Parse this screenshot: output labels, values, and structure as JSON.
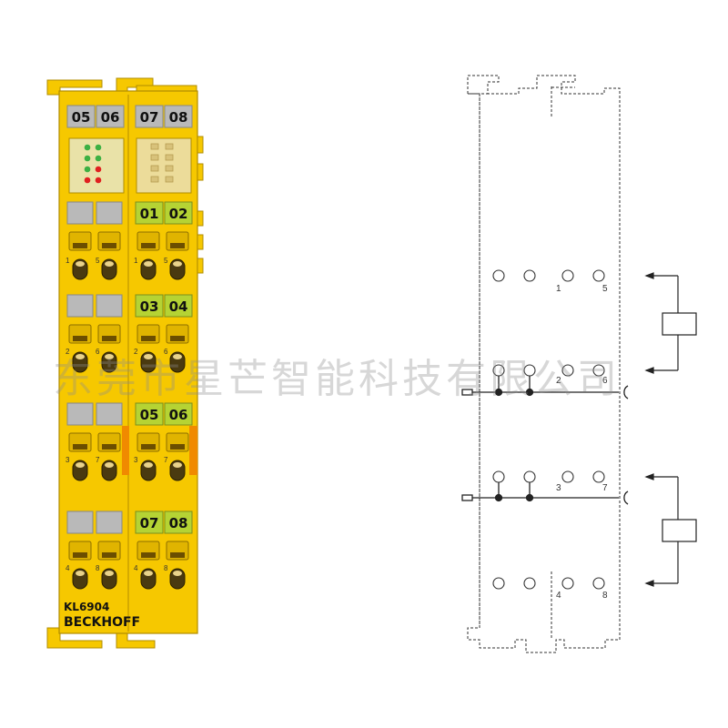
{
  "terminal": {
    "model": "KL6904",
    "brand": "BECKHOFF",
    "top_labels": [
      "05",
      "06",
      "07",
      "08"
    ],
    "row_labels": [
      [
        "01",
        "02"
      ],
      [
        "03",
        "04"
      ],
      [
        "05",
        "06"
      ],
      [
        "07",
        "08"
      ]
    ],
    "wire_numbers": [
      [
        "1",
        "5",
        "1",
        "5"
      ],
      [
        "2",
        "6",
        "2",
        "6"
      ],
      [
        "3",
        "7",
        "3",
        "7"
      ],
      [
        "4",
        "8",
        "4",
        "8"
      ]
    ],
    "colors": {
      "body": "#f6c800",
      "body_dark": "#d6a900",
      "label_green": "#b5d334",
      "label_grey": "#b9b9b9",
      "led_green": "#3cb043",
      "led_red": "#e02020",
      "accent_orange": "#f08a00"
    }
  },
  "schematic": {
    "pin_labels": [
      "1",
      "5",
      "2",
      "6",
      "3",
      "7",
      "4",
      "8"
    ]
  },
  "watermark": "东莞市星芒智能科技有限公司"
}
